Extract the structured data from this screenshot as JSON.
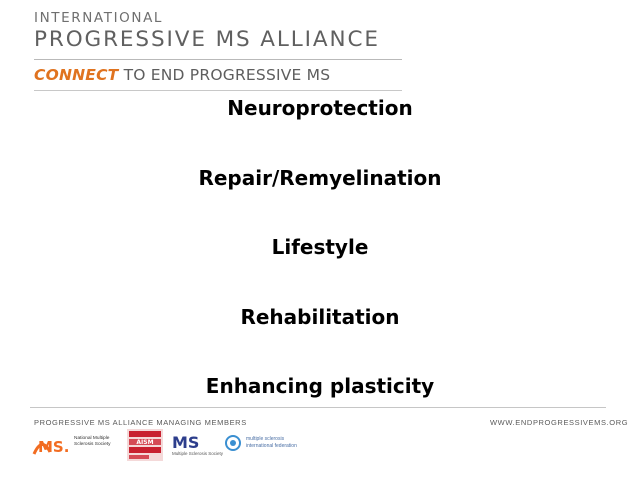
{
  "header": {
    "org_line1": "INTERNATIONAL",
    "org_line2": "PROGRESSIVE MS ALLIANCE",
    "tagline_accent": "CONNECT",
    "tagline_rest": " TO END PROGRESSIVE MS",
    "accent_color": "#e0731f"
  },
  "topics": [
    "Neuroprotection",
    "Repair/Remyelination",
    "Lifestyle",
    "Rehabilitation",
    "Enhancing plasticity"
  ],
  "footer": {
    "members_title": "PROGRESSIVE MS ALLIANCE MANAGING MEMBERS",
    "website": "WWW.ENDPROGRESSIVEMS.ORG",
    "logos": [
      {
        "icon": "ms-logo-national-society-icon",
        "mark": "MS.",
        "caption": "National Multiple Sclerosis Society"
      },
      {
        "icon": "aism-logo-icon",
        "mark": "AISM",
        "caption": ""
      },
      {
        "icon": "ms-society-logo-icon",
        "mark": "MS",
        "caption": "Multiple Sclerosis Society"
      },
      {
        "icon": "msif-logo-icon",
        "mark": "",
        "caption": "multiple sclerosis international federation"
      }
    ]
  }
}
